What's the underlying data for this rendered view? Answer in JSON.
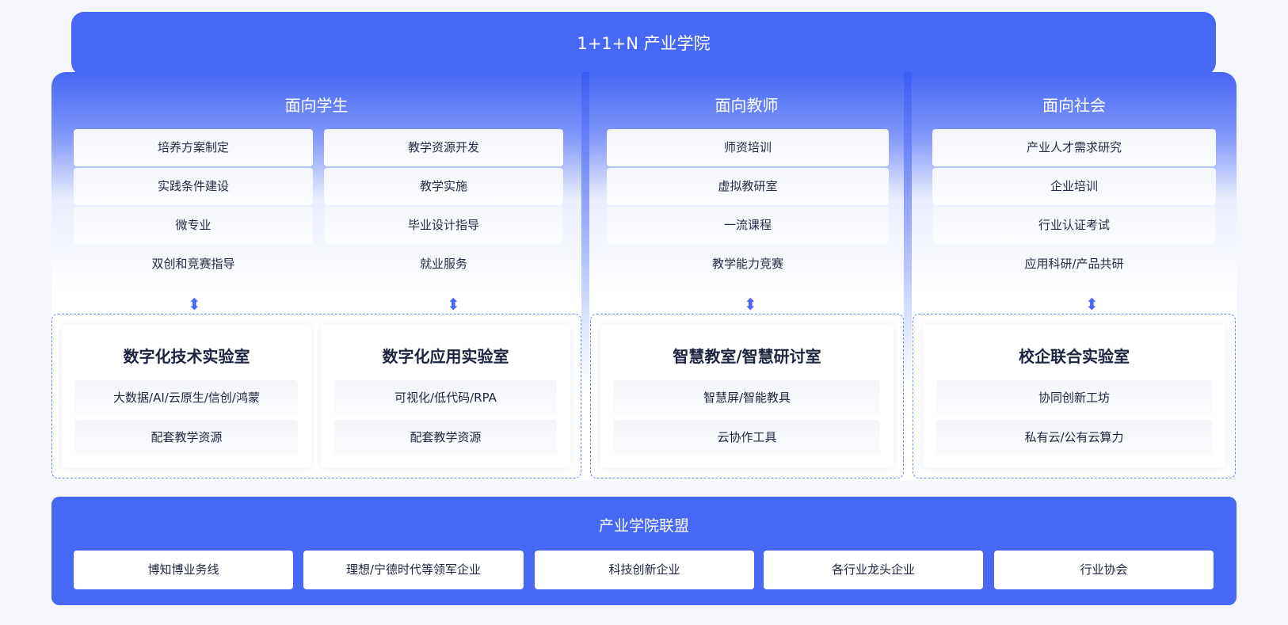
{
  "title": "1+1+N 产业学院",
  "columns": [
    {
      "heading": "面向学生",
      "left_items": [
        "培养方案制定",
        "实践条件建设",
        "微专业",
        "双创和竞赛指导"
      ],
      "right_items": [
        "教学资源开发",
        "教学实施",
        "毕业设计指导",
        "就业服务"
      ]
    },
    {
      "heading": "面向教师",
      "items": [
        "师资培训",
        "虚拟教研室",
        "一流课程",
        "教学能力竞赛"
      ]
    },
    {
      "heading": "面向社会",
      "items": [
        "产业人才需求研究",
        "企业培训",
        "行业认证考试",
        "应用科研/产品共研"
      ]
    }
  ],
  "labs": [
    {
      "title": "数字化技术实验室",
      "items": [
        "大数据/AI/云原生/信创/鸿蒙",
        "配套教学资源"
      ]
    },
    {
      "title": "数字化应用实验室",
      "items": [
        "可视化/低代码/RPA",
        "配套教学资源"
      ]
    },
    {
      "title": "智慧教室/智慧研讨室",
      "items": [
        "智慧屏/智能教具",
        "云协作工具"
      ]
    },
    {
      "title": "校企联合实验室",
      "items": [
        "协同创新工坊",
        "私有云/公有云算力"
      ]
    }
  ],
  "alliance": {
    "title": "产业学院联盟",
    "members": [
      "博知博业务线",
      "理想/宁德时代等领军企业",
      "科技创新企业",
      "各行业龙头企业",
      "行业协会"
    ]
  },
  "colors": {
    "accent": "#4767f5"
  }
}
